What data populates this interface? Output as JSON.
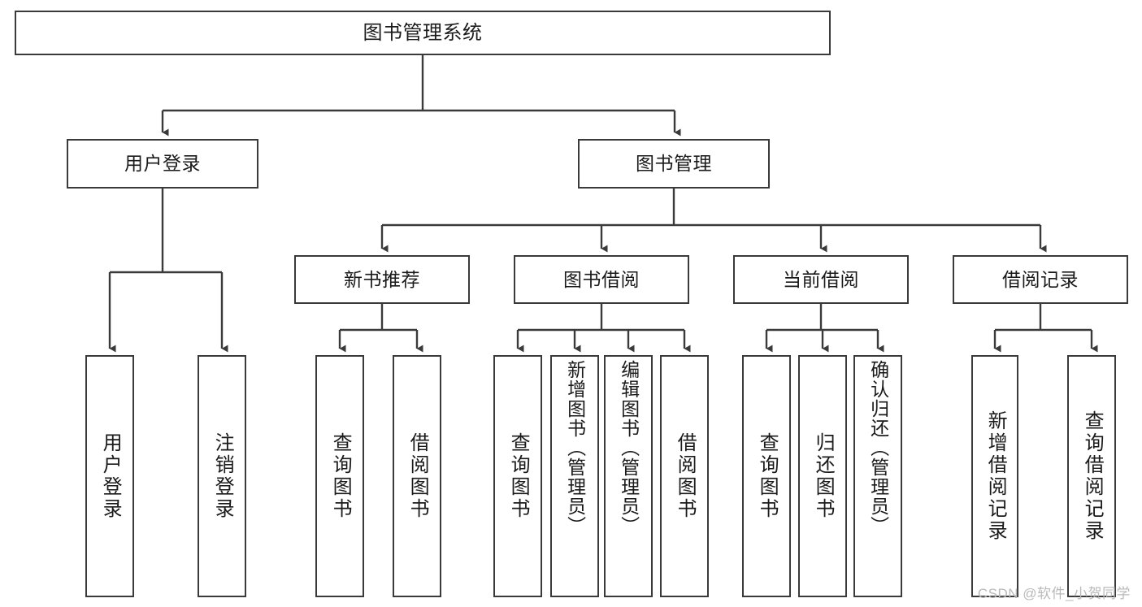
{
  "diagram": {
    "title": "图书管理系统",
    "root": {
      "label": "图书管理系统"
    },
    "level2": [
      {
        "label": "用户登录"
      },
      {
        "label": "图书管理"
      }
    ],
    "level3": [
      {
        "label": "新书推荐"
      },
      {
        "label": "图书借阅"
      },
      {
        "label": "当前借阅"
      },
      {
        "label": "借阅记录"
      }
    ],
    "leaves": [
      {
        "label": "用户登录"
      },
      {
        "label": "注销登录"
      },
      {
        "label": "查询图书"
      },
      {
        "label": "借阅图书"
      },
      {
        "label": "查询图书"
      },
      {
        "label": "新增图书（管理员）"
      },
      {
        "label": "编辑图书（管理员）"
      },
      {
        "label": "借阅图书"
      },
      {
        "label": "查询图书"
      },
      {
        "label": "归还图书"
      },
      {
        "label": "确认归还（管理员）"
      },
      {
        "label": "新增借阅记录"
      },
      {
        "label": "查询借阅记录"
      }
    ]
  },
  "watermark": {
    "text": "CSDN @软件_小贺同学"
  },
  "colors": {
    "stroke": "#3a3a3a",
    "fill": "#ffffff",
    "text": "#1a1a1a",
    "watermark": "#b9b9b9"
  }
}
